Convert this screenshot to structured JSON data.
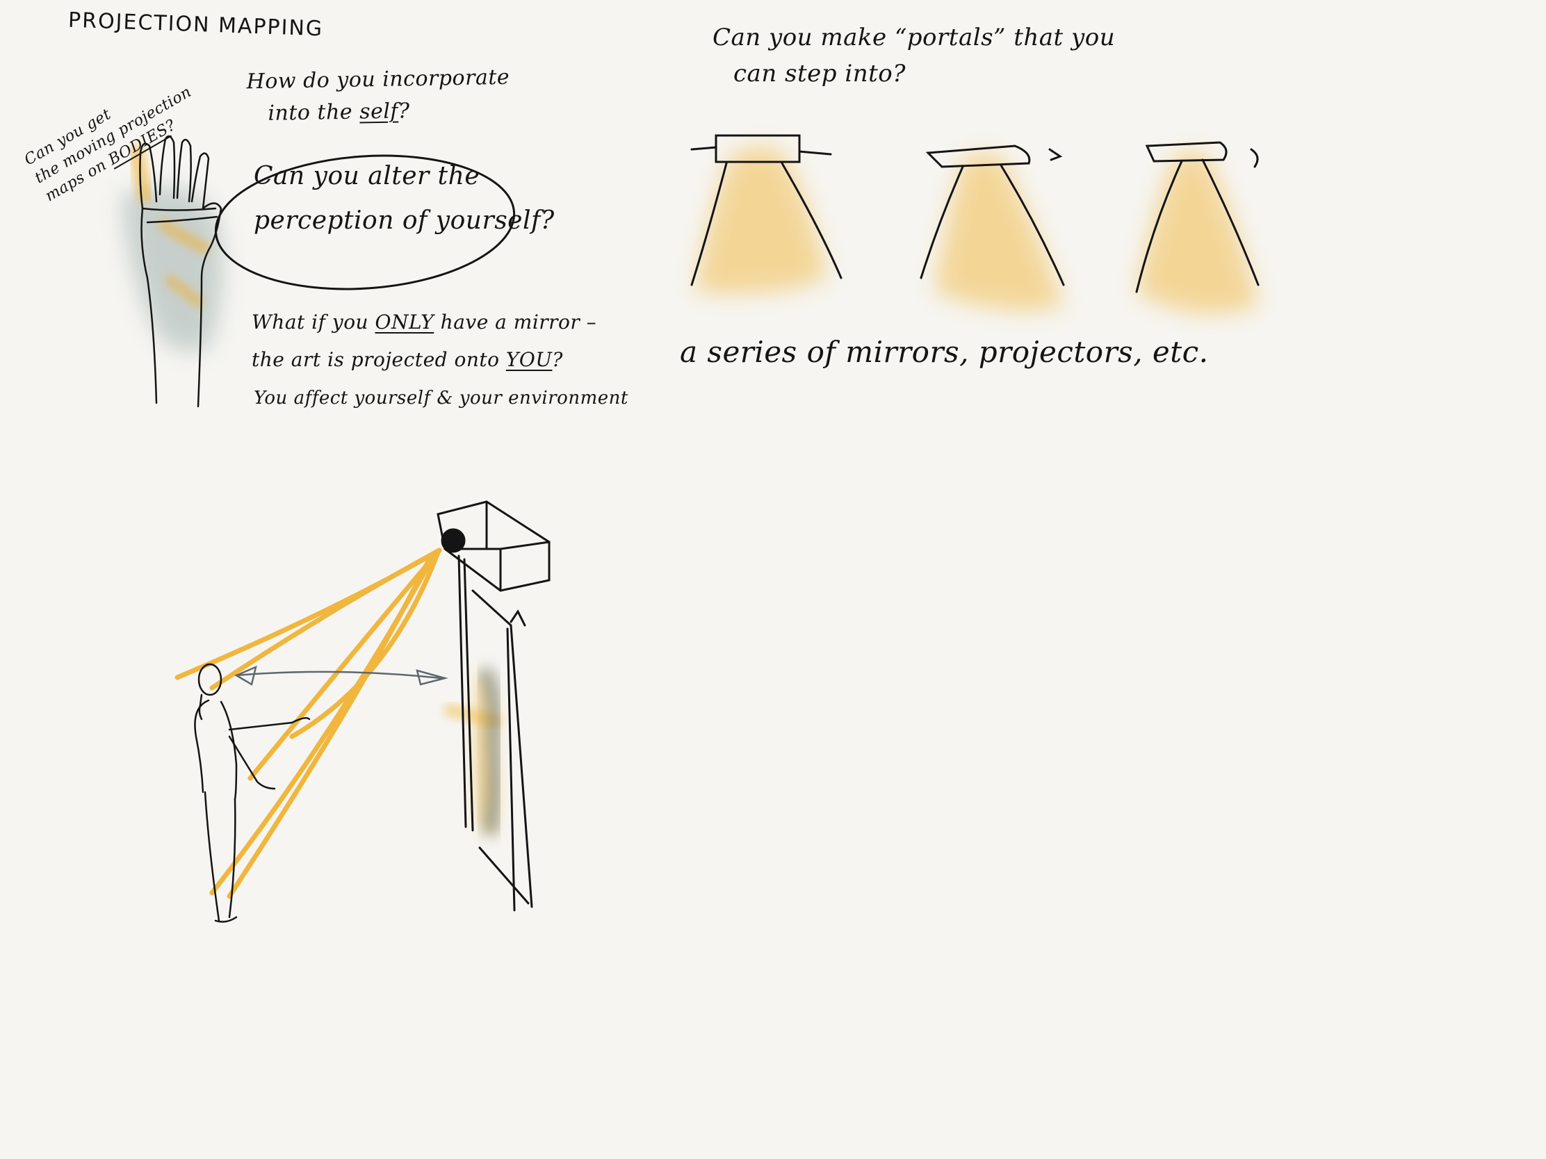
{
  "colors": {
    "background": "#f6f5f1",
    "ink": "#141414",
    "projector_light": "#f0b02a",
    "reflection_shadow": "#6f7c7a",
    "arrow": "#5d6770"
  },
  "notes": {
    "title": "PROJECTION MAPPING",
    "side_question": {
      "line1": "Can you get",
      "line2": "the moving projection",
      "line3_pre": "maps on",
      "line3_underlined": "BODIES",
      "line3_post": "?"
    },
    "incorporate": {
      "line1": "How do you incorporate",
      "line2_pre": "into the",
      "line2_underlined": "self",
      "line2_post": "?"
    },
    "bubble": {
      "line1": "Can you alter the",
      "line2": "perception of yourself?"
    },
    "mirror": {
      "line1_pre": "What if you",
      "line1_underlined": "ONLY",
      "line1_post": "have a mirror –",
      "line2_pre": "the art is projected onto",
      "line2_underlined": "YOU",
      "line2_post": "?"
    },
    "affect": "You affect yourself & your environment",
    "portals": {
      "line1": "Can you make “portals” that you",
      "line2": "can step into?"
    },
    "series": "a series of mirrors, projectors, etc."
  },
  "icons": [
    "hand-sketch-icon",
    "portal-light-icon",
    "projector-icon",
    "person-icon",
    "mirror-icon",
    "double-arrow-icon"
  ]
}
